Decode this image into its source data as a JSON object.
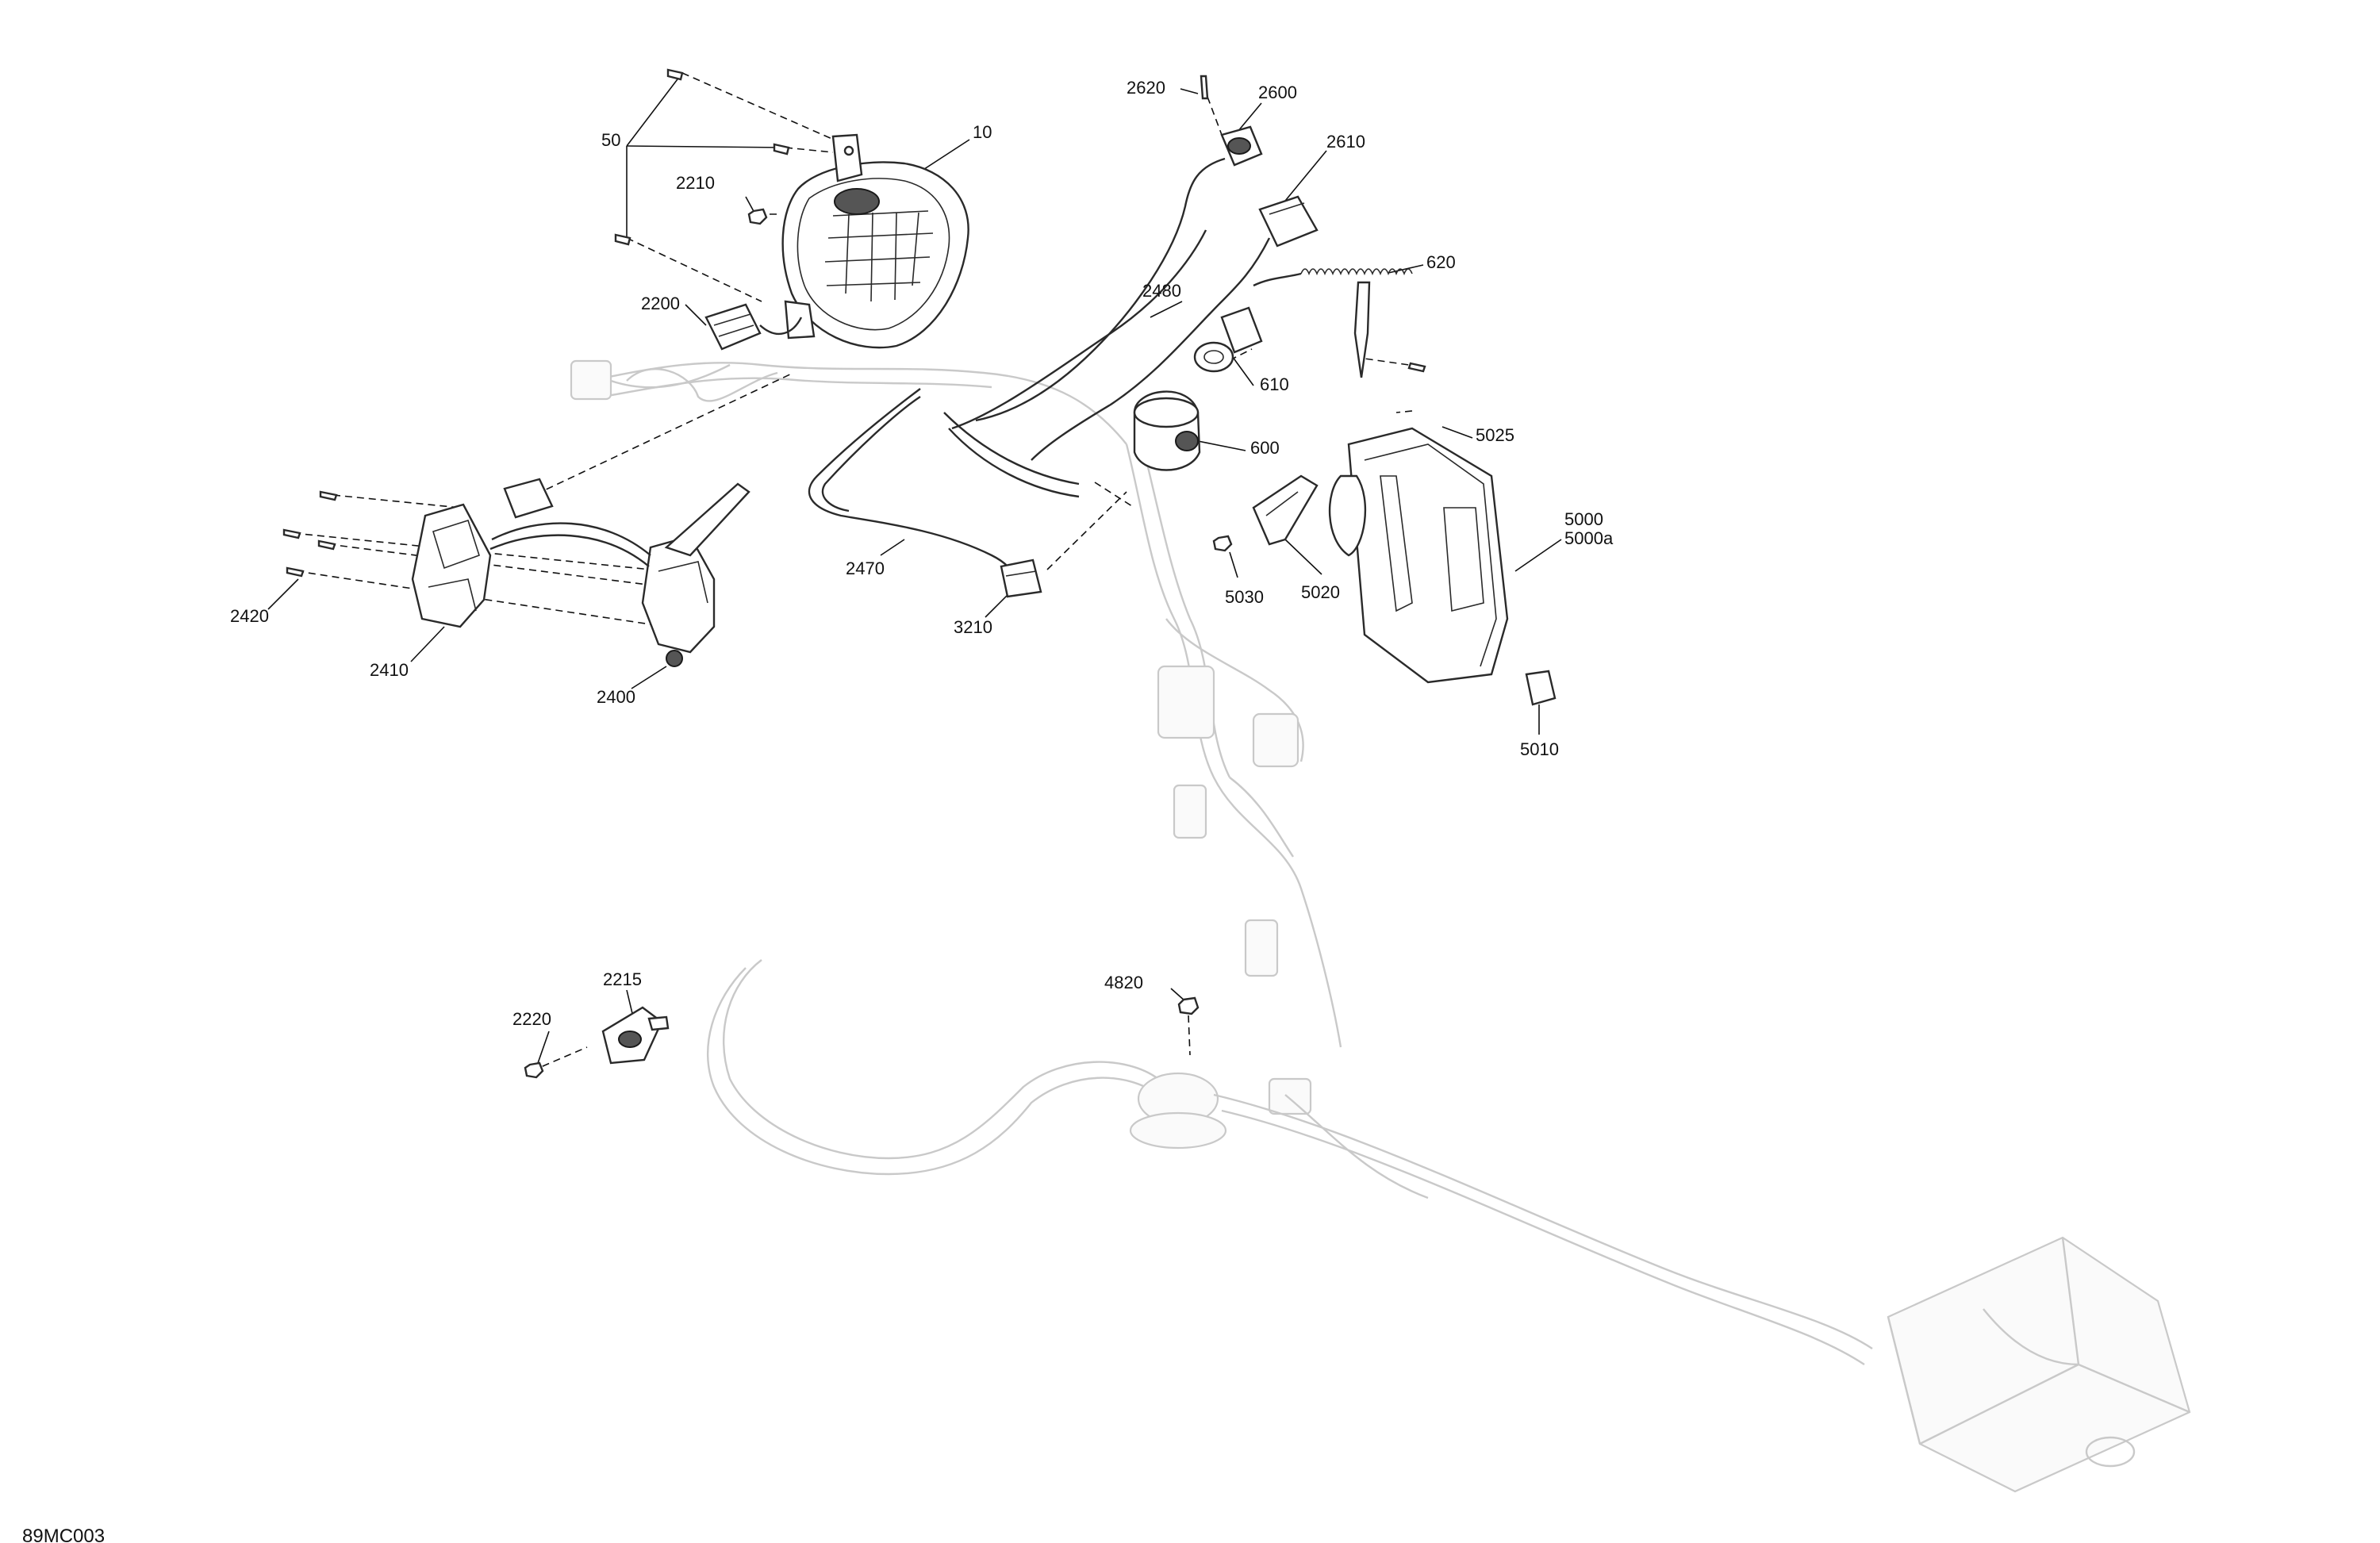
{
  "figure_id": "89MC003",
  "callouts": {
    "c10": "10",
    "c50": "50",
    "c2210": "2210",
    "c2200": "2200",
    "c2620": "2620",
    "c2600": "2600",
    "c2610": "2610",
    "c620": "620",
    "c2480": "2480",
    "c610": "610",
    "c600": "600",
    "c5025": "5025",
    "c5000": "5000",
    "c5000a": "5000a",
    "c5030": "5030",
    "c5020": "5020",
    "c5010": "5010",
    "c2470": "2470",
    "c3210": "3210",
    "c2420": "2420",
    "c2410": "2410",
    "c2400": "2400",
    "c2215": "2215",
    "c2220": "2220",
    "c4820": "4820"
  }
}
